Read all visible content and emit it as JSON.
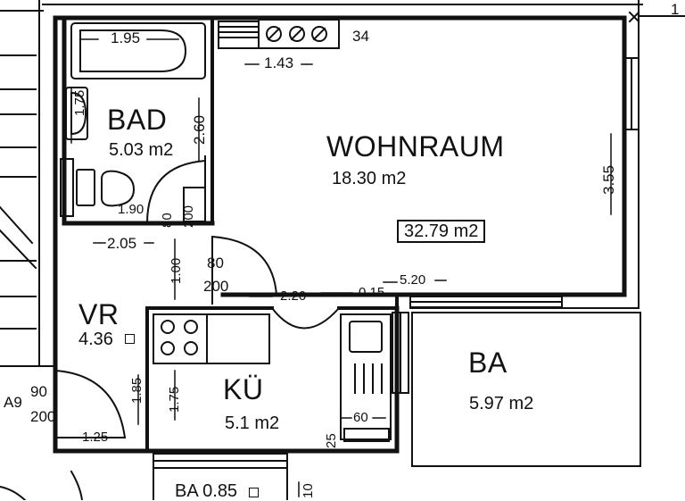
{
  "rooms": {
    "bad": {
      "name": "BAD",
      "area": "5.03 m2"
    },
    "wohnraum": {
      "name": "WOHNRAUM",
      "area": "18.30 m2"
    },
    "total": {
      "area": "32.79 m2"
    },
    "vr": {
      "name": "VR",
      "area": "4.36"
    },
    "kue": {
      "name": "KÜ",
      "area": "5.1 m2"
    },
    "ba_balcony": {
      "name": "BA",
      "area": "5.97 m2"
    },
    "ba_small": {
      "label": "BA 0.85"
    }
  },
  "dimensions": {
    "bathtub_len": "1.95",
    "top_34": "34",
    "top_143": "1.43",
    "bad_175": "1.75",
    "bad_260": "2.60",
    "bad_190": "1.90",
    "door_80a": "80",
    "door_200a": "200",
    "vr_205": "2.05",
    "vr_100": "1.00",
    "door_80b": "80",
    "door_200b": "200",
    "mid_220": "2.20",
    "mid_015": "0.15",
    "mid_520": "5.20",
    "right_355": "3.55",
    "vr_185": "1.85",
    "ku_175": "1.75",
    "ku_60": "60",
    "ku_25": "25",
    "vr_125": "1.25",
    "left_a9": "A9",
    "left_90": "90",
    "left_200": "200",
    "bottom_10": "10",
    "top_right_1": "1"
  }
}
